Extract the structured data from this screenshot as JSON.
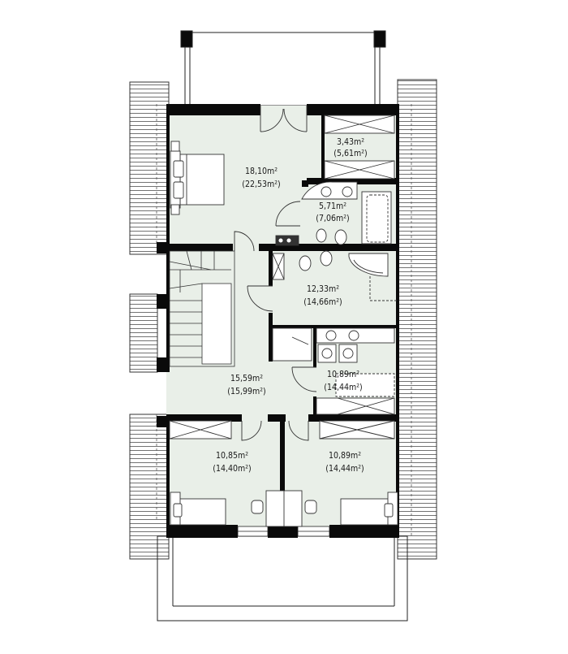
{
  "colors": {
    "floor": "#e9efe8",
    "wall": "#0a0a0a",
    "line": "#222222",
    "dash": "#555555",
    "background": "#ffffff"
  },
  "rooms": [
    {
      "id": "bedroom-main",
      "area": "18,10m²",
      "area_gross": "(22,53m²)"
    },
    {
      "id": "wardrobe",
      "area": "3,43m²",
      "area_gross": "(5,61m²)"
    },
    {
      "id": "wc",
      "area": "5,71m²",
      "area_gross": "(7,06m²)"
    },
    {
      "id": "bathroom",
      "area": "12,33m²",
      "area_gross": "(14,66m²)"
    },
    {
      "id": "laundry",
      "area": "10,89m²",
      "area_gross": "(14,44m²)"
    },
    {
      "id": "hall",
      "area": "15,59m²",
      "area_gross": "(15,99m²)"
    },
    {
      "id": "bedroom-left",
      "area": "10,85m²",
      "area_gross": "(14,40m²)"
    },
    {
      "id": "bedroom-right",
      "area": "10,89m²",
      "area_gross": "(14,44m²)"
    }
  ]
}
